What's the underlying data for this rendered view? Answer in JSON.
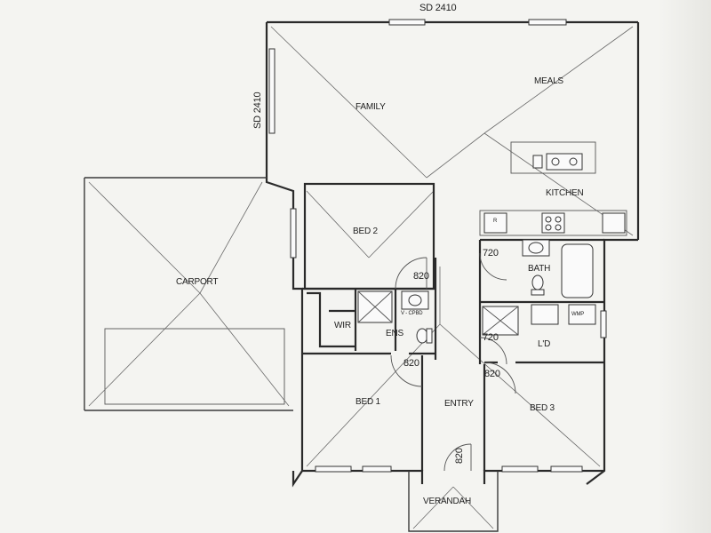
{
  "rooms": {
    "family": "FAMILY",
    "meals": "MEALS",
    "kitchen": "KITCHEN",
    "carport": "CARPORT",
    "bed2": "BED 2",
    "bath": "BATH",
    "wir": "WIR",
    "ens": "ENS",
    "laundry": "L'D",
    "bed1": "BED 1",
    "entry": "ENTRY",
    "bed3": "BED 3",
    "verandah": "VERANDAH"
  },
  "dimensions": {
    "sd_top": "SD 2410",
    "sd_left": "SD 2410",
    "door_bed2": "820",
    "door_bath": "720",
    "door_laundry": "720",
    "door_bed1": "820",
    "door_bed3": "820",
    "door_entry": "820"
  },
  "fixture_labels": {
    "fridge": "R",
    "vanity": "V - CPBD",
    "washing_machine": "WMP"
  },
  "colors": {
    "line": "#3a3a3a",
    "paper": "#f4f4f1"
  }
}
